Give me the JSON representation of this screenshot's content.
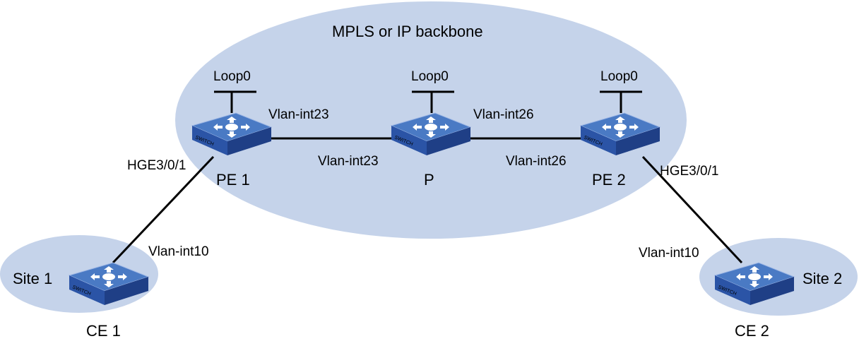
{
  "diagram": {
    "backbone_label": "MPLS or IP backbone",
    "colors": {
      "cloud_fill": "#c5d3ea",
      "switch_top": "#4a7ac4",
      "switch_side": "#1f3f86",
      "switch_front": "#2b54a6",
      "link": "#000000"
    },
    "nodes": {
      "pe1": {
        "name": "PE 1",
        "loopback": "Loop0",
        "icon_text": "SWITCH"
      },
      "p": {
        "name": "P",
        "loopback": "Loop0",
        "icon_text": "SWITCH"
      },
      "pe2": {
        "name": "PE 2",
        "loopback": "Loop0",
        "icon_text": "SWITCH"
      },
      "ce1": {
        "name": "CE 1",
        "icon_text": "SWITCH"
      },
      "ce2": {
        "name": "CE 2",
        "icon_text": "SWITCH"
      }
    },
    "sites": {
      "site1": "Site 1",
      "site2": "Site 2"
    },
    "interfaces": {
      "pe1_p_pe1side": "Vlan-int23",
      "pe1_p_pside": "Vlan-int23",
      "p_pe2_pside": "Vlan-int26",
      "p_pe2_pe2side": "Vlan-int26",
      "pe1_ce1_pe1side": "HGE3/0/1",
      "pe1_ce1_ce1side": "Vlan-int10",
      "pe2_ce2_pe2side": "HGE3/0/1",
      "pe2_ce2_ce2side": "Vlan-int10"
    }
  }
}
